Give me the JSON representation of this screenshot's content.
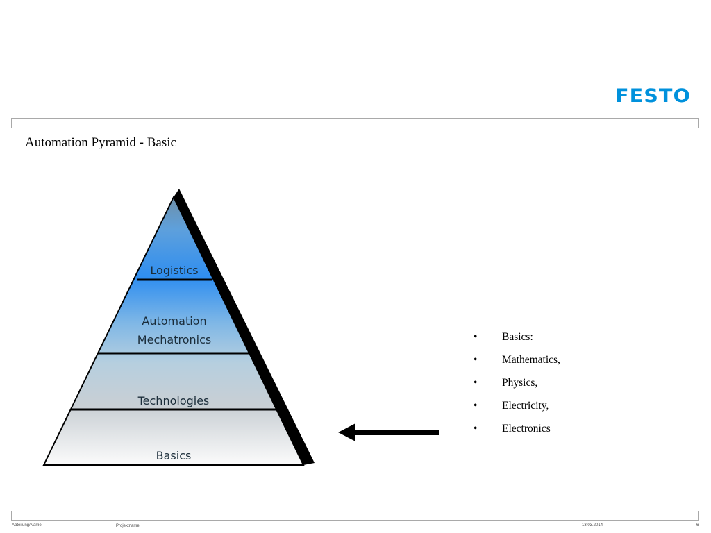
{
  "header": {
    "logo_text": "FESTO",
    "brand_color": "#0091dc"
  },
  "slide": {
    "title": "Automation Pyramid - Basic",
    "pyramid": {
      "levels": [
        "Logistics",
        "Automation",
        "Mechatronics",
        "Technologies",
        "Basics"
      ]
    },
    "arrow_direction": "left",
    "bullets": [
      "Basics:",
      "Mathematics,",
      "Physics,",
      "Electricity,",
      "Electronics"
    ],
    "bullet_symbol": "•"
  },
  "footer": {
    "department": "Abteilung/Name",
    "project": "Projektname",
    "date": "13.03.2014",
    "page_number": "6"
  }
}
